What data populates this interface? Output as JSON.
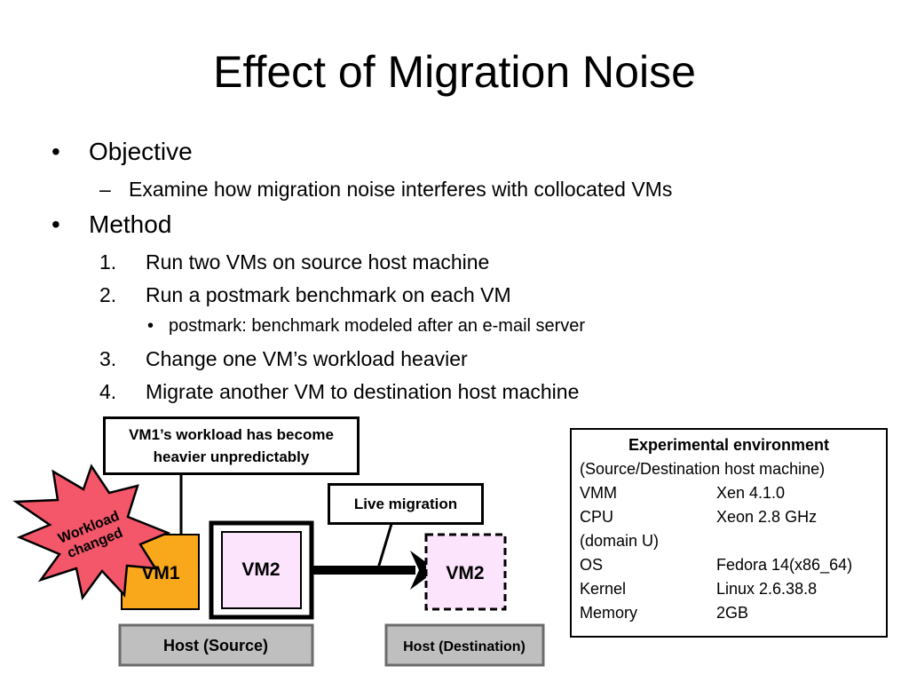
{
  "slide": {
    "title": "Effect of Migration Noise",
    "bullets": {
      "objective": "Objective",
      "objective_sub": "Examine how migration noise interferes with collocated VMs",
      "method": "Method",
      "steps": [
        {
          "num": "1.",
          "text": "Run two VMs on source host machine"
        },
        {
          "num": "2.",
          "text": "Run a postmark benchmark on each VM"
        },
        {
          "num": "3.",
          "text": "Change one VM’s workload heavier"
        },
        {
          "num": "4.",
          "text": "Migrate another VM to destination host machine"
        }
      ],
      "step2_note": "postmark: benchmark modeled after an e-mail server",
      "bullet_glyph": "•",
      "dash_glyph": "–"
    }
  },
  "diagram": {
    "callout_workload": "VM1’s workload has become heavier unpredictably",
    "callout_migration": "Live migration",
    "starburst_line1": "Workload",
    "starburst_line2": "changed",
    "vm1": "VM1",
    "vm2": "VM2",
    "vm2_dest": "VM2",
    "host_source": "Host (Source)",
    "host_destination": "Host (Destination)",
    "colors": {
      "vm1_fill": "#f8a81a",
      "vm2_fill": "#fce4fc",
      "host_fill": "#bfbfbf",
      "starburst_fill": "#f4566a"
    }
  },
  "environment": {
    "title": "Experimental environment",
    "subtitle": "(Source/Destination host machine)",
    "rows": [
      {
        "key": "VMM",
        "value": "Xen 4.1.0"
      },
      {
        "key": "CPU",
        "value": "Xeon 2.8 GHz"
      },
      {
        "key": "(domain U)",
        "value": ""
      },
      {
        "key": "OS",
        "value": "Fedora 14(x86_64)"
      },
      {
        "key": "Kernel",
        "value": "Linux 2.6.38.8"
      },
      {
        "key": "Memory",
        "value": "2GB"
      }
    ]
  }
}
